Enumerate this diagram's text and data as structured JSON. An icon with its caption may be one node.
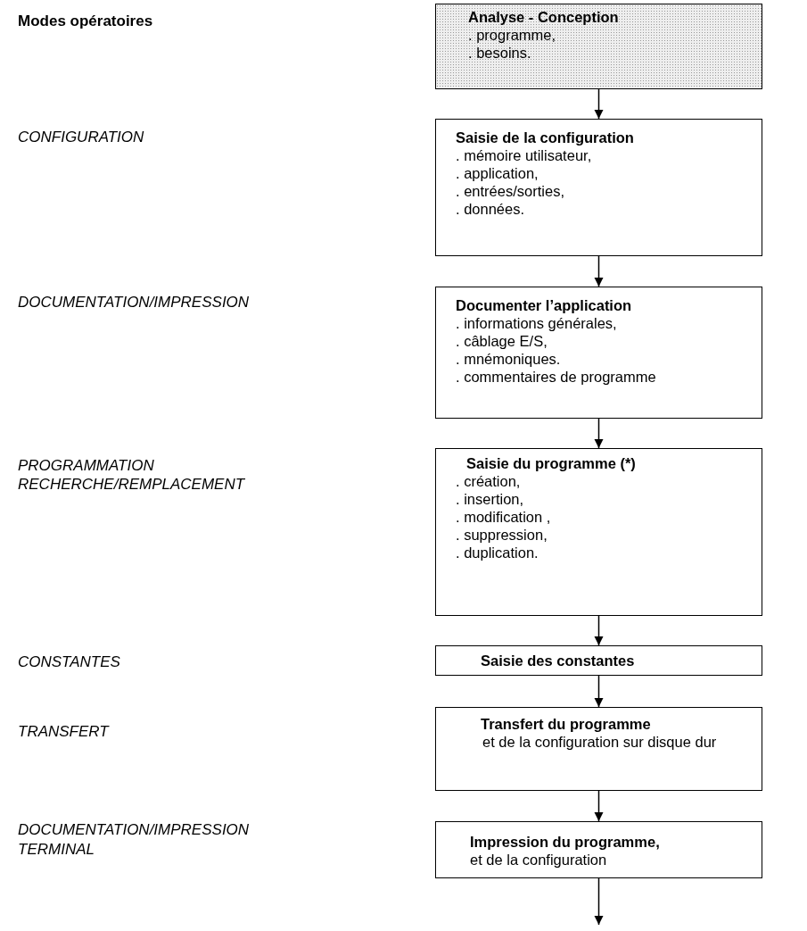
{
  "diagram": {
    "nodes": [
      {
        "text": [
          "Analyse - Conception",
          ". programme,",
          ". besoins."
        ]
      },
      {
        "text": [
          "Saisie de la configuration",
          ". mémoire utilisateur,",
          ". application,",
          ". entrées/sorties,",
          ". données."
        ]
      },
      {
        "text": [
          "Documenter l’application",
          ". informations générales,",
          ". câblage E/S,",
          ". mnémoniques.",
          ". commentaires de programme"
        ]
      },
      {
        "text": [
          "Saisie du programme (*)",
          ". création,",
          ". insertion,",
          ". modification ,",
          ". suppression,",
          ". duplication."
        ]
      },
      {
        "text": [
          "Saisie des constantes"
        ]
      },
      {
        "text": [
          "Transfert du programme",
          "et de la configuration sur disque dur"
        ]
      },
      {
        "text": [
          "Impression du programme,",
          "et de la configuration"
        ]
      }
    ],
    "edges": [
      {
        "from": 0,
        "to": 1,
        "arrow": "to"
      },
      {
        "from": 1,
        "to": 2,
        "arrow": "to"
      },
      {
        "from": 2,
        "to": 3,
        "arrow": "to"
      },
      {
        "from": 3,
        "to": 4,
        "arrow": "to"
      },
      {
        "from": 4,
        "to": 5,
        "arrow": "to"
      },
      {
        "from": 5,
        "to": 6,
        "arrow": "to"
      },
      {
        "from": 6,
        "to": null,
        "arrow": "to"
      }
    ],
    "labels": [
      "Modes opératoires",
      "CONFIGURATION",
      "DOCUMENTATION/IMPRESSION",
      "PROGRAMMATION",
      "RECHERCHE/REMPLACEMENT",
      "CONSTANTES",
      "TRANSFERT",
      "DOCUMENTATION/IMPRESSION",
      "TERMINAL"
    ]
  }
}
